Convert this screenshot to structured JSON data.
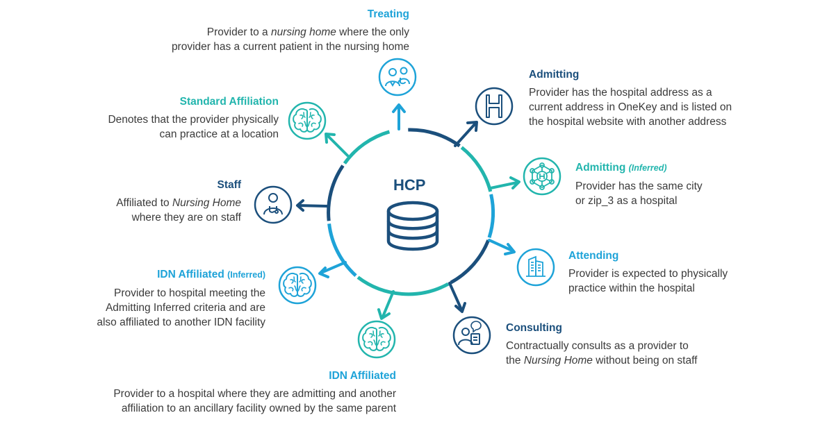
{
  "center": {
    "label": "HCP",
    "icon": "database-icon"
  },
  "colors": {
    "navy": "#1b4f7c",
    "blue": "#1ea3d8",
    "teal": "#22b5ad",
    "text": "#3a3a3a"
  },
  "items": {
    "treating": {
      "title": "Treating",
      "icon": "doctor-patient-icon",
      "line1_a": "Provider to a ",
      "line1_em": "nursing home",
      "line1_b": " where the only",
      "line2": "provider has a current patient in the nursing home"
    },
    "admitting": {
      "title": "Admitting",
      "icon": "hospital-h-icon",
      "lines": [
        "Provider has the hospital address as a",
        "current address in OneKey and is listed on",
        "the hospital website with another address"
      ]
    },
    "admitting_inferred": {
      "title": "Admitting",
      "suffix": "(Inferred)",
      "icon": "hospital-network-icon",
      "lines": [
        "Provider has the same city",
        "or zip_3 as a hospital"
      ]
    },
    "attending": {
      "title": "Attending",
      "icon": "building-icon",
      "lines": [
        "Provider is expected to physically",
        "practice within the hospital"
      ]
    },
    "consulting": {
      "title": "Consulting",
      "icon": "consultant-clipboard-icon",
      "line1": "Contractually consults as a provider to",
      "line2_a": "the ",
      "line2_em": "Nursing Home",
      "line2_b": " without being on staff"
    },
    "idn_affiliated": {
      "title": "IDN Affiliated",
      "icon": "brain-icon",
      "lines": [
        "Provider to a hospital where they are admitting and another",
        "affiliation to an ancillary facility owned by the same parent"
      ]
    },
    "idn_affiliated_inferred": {
      "title": "IDN Affiliated",
      "suffix": "(Inferred)",
      "icon": "brain-icon",
      "lines": [
        "Provider to hospital meeting the",
        "Admitting Inferred criteria and are",
        "also affiliated to another IDN facility"
      ]
    },
    "staff": {
      "title": "Staff",
      "icon": "doctor-stethoscope-icon",
      "line1_a": "Affiliated to ",
      "line1_em": "Nursing Home",
      "line2": "where they are on staff"
    },
    "standard_affiliation": {
      "title": "Standard Affiliation",
      "icon": "brain-icon",
      "lines": [
        "Denotes that the provider physically",
        "can practice at a location"
      ]
    }
  }
}
